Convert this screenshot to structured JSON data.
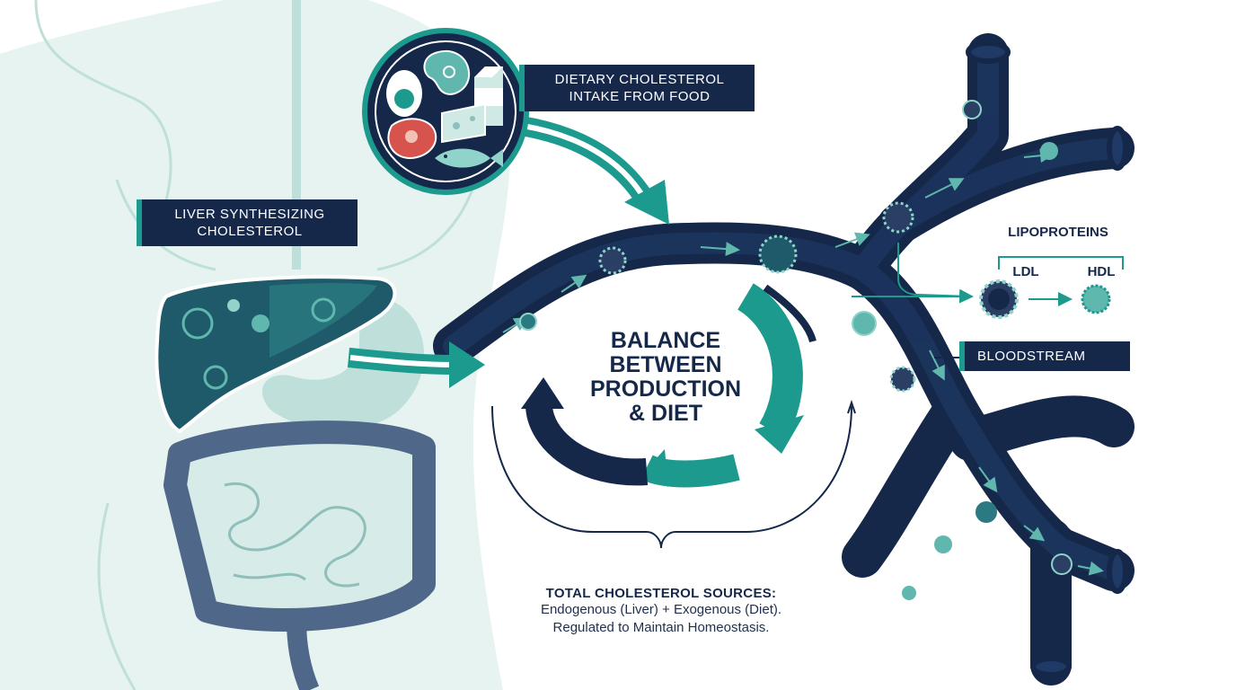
{
  "colors": {
    "navy": "#15284a",
    "teal": "#1c9a8e",
    "light_teal": "#cfe9e5",
    "pale": "#e6f3f1",
    "intestine": "#4f6788"
  },
  "labels": {
    "liver": [
      "LIVER SYNTHESIZING",
      "CHOLESTEROL"
    ],
    "diet": [
      "DIETARY CHOLESTEROL",
      "INTAKE FROM FOOD"
    ],
    "balance": [
      "BALANCE",
      "BETWEEN",
      "PRODUCTION",
      "& DIET"
    ],
    "lipoproteins": "LIPOPROTEINS",
    "ldl": "LDL",
    "hdl": "HDL",
    "bloodstream": "BLOODSTREAM"
  },
  "summary": {
    "title": "TOTAL CHOLESTEROL SOURCES:",
    "lines": [
      "Endogenous (Liver) + Exogenous (Diet).",
      "Regulated to Maintain Homeostasis."
    ]
  },
  "icons": [
    "egg-icon",
    "salmon-steak-icon",
    "milk-carton-icon",
    "meat-steak-icon",
    "cheese-icon",
    "fish-icon"
  ]
}
